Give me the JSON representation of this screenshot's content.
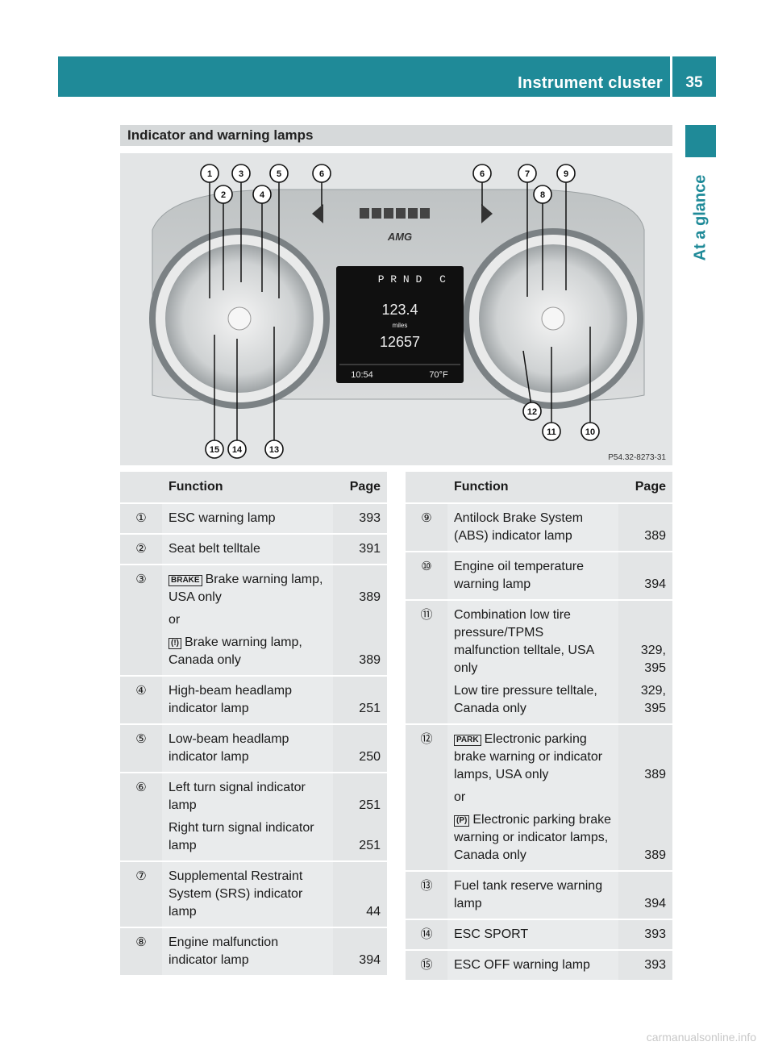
{
  "header": {
    "chapter": "Instrument cluster",
    "page_number": "35",
    "side_tab": "At a glance"
  },
  "section_title": "Indicator and warning lamps",
  "figure": {
    "code": "P54.32-8273-31",
    "display": {
      "gear": "P R N D",
      "mode": "C",
      "trip": "123.4",
      "trip_unit": "miles",
      "odometer": "12657",
      "clock": "10:54",
      "temp": "70°F",
      "brand": "AMG"
    },
    "callouts": [
      "1",
      "2",
      "3",
      "4",
      "5",
      "6",
      "6",
      "7",
      "8",
      "9",
      "10",
      "11",
      "12",
      "13",
      "14",
      "15"
    ]
  },
  "tables": {
    "left": {
      "headers": {
        "function": "Function",
        "page": "Page"
      },
      "rows": [
        {
          "num": "①",
          "entries": [
            {
              "text": "ESC warning lamp",
              "page": "393"
            }
          ]
        },
        {
          "num": "②",
          "entries": [
            {
              "text": "Seat belt telltale",
              "page": "391"
            }
          ]
        },
        {
          "num": "③",
          "entries": [
            {
              "icon": "BRAKE",
              "text": "Brake warning lamp, USA only",
              "page": "389"
            },
            {
              "text": "or",
              "page": ""
            },
            {
              "icon": "(!)",
              "text": "Brake warning lamp, Canada only",
              "page": "389"
            }
          ]
        },
        {
          "num": "④",
          "entries": [
            {
              "text": "High-beam headlamp indicator lamp",
              "page": "251"
            }
          ]
        },
        {
          "num": "⑤",
          "entries": [
            {
              "text": "Low-beam headlamp indicator lamp",
              "page": "250"
            }
          ]
        },
        {
          "num": "⑥",
          "entries": [
            {
              "text": "Left turn signal indicator lamp",
              "page": "251"
            },
            {
              "text": "Right turn signal indicator lamp",
              "page": "251"
            }
          ]
        },
        {
          "num": "⑦",
          "entries": [
            {
              "text": "Supplemental Restraint System (SRS) indicator lamp",
              "page": "44"
            }
          ]
        },
        {
          "num": "⑧",
          "entries": [
            {
              "text": "Engine malfunction indicator lamp",
              "page": "394"
            }
          ]
        }
      ]
    },
    "right": {
      "headers": {
        "function": "Function",
        "page": "Page"
      },
      "rows": [
        {
          "num": "⑨",
          "entries": [
            {
              "text": "Antilock Brake System (ABS) indicator lamp",
              "page": "389"
            }
          ]
        },
        {
          "num": "⑩",
          "entries": [
            {
              "text": "Engine oil temperature warning lamp",
              "page": "394"
            }
          ]
        },
        {
          "num": "⑪",
          "entries": [
            {
              "text": "Combination low tire pressure/TPMS malfunction telltale, USA only",
              "page": "329, 395"
            },
            {
              "text": "Low tire pressure telltale, Canada only",
              "page": "329, 395"
            }
          ]
        },
        {
          "num": "⑫",
          "entries": [
            {
              "icon": "PARK",
              "text": "Electronic parking brake warning or indicator lamps, USA only",
              "page": "389"
            },
            {
              "text": "or",
              "page": ""
            },
            {
              "icon": "(P)",
              "text": "Electronic parking brake warning or indicator lamps, Canada only",
              "page": "389"
            }
          ]
        },
        {
          "num": "⑬",
          "entries": [
            {
              "text": "Fuel tank reserve warning lamp",
              "page": "394"
            }
          ]
        },
        {
          "num": "⑭",
          "entries": [
            {
              "text": "ESC SPORT",
              "page": "393"
            }
          ]
        },
        {
          "num": "⑮",
          "entries": [
            {
              "text": "ESC OFF warning lamp",
              "page": "393"
            }
          ]
        }
      ]
    }
  },
  "watermark": "carmanualsonline.info"
}
